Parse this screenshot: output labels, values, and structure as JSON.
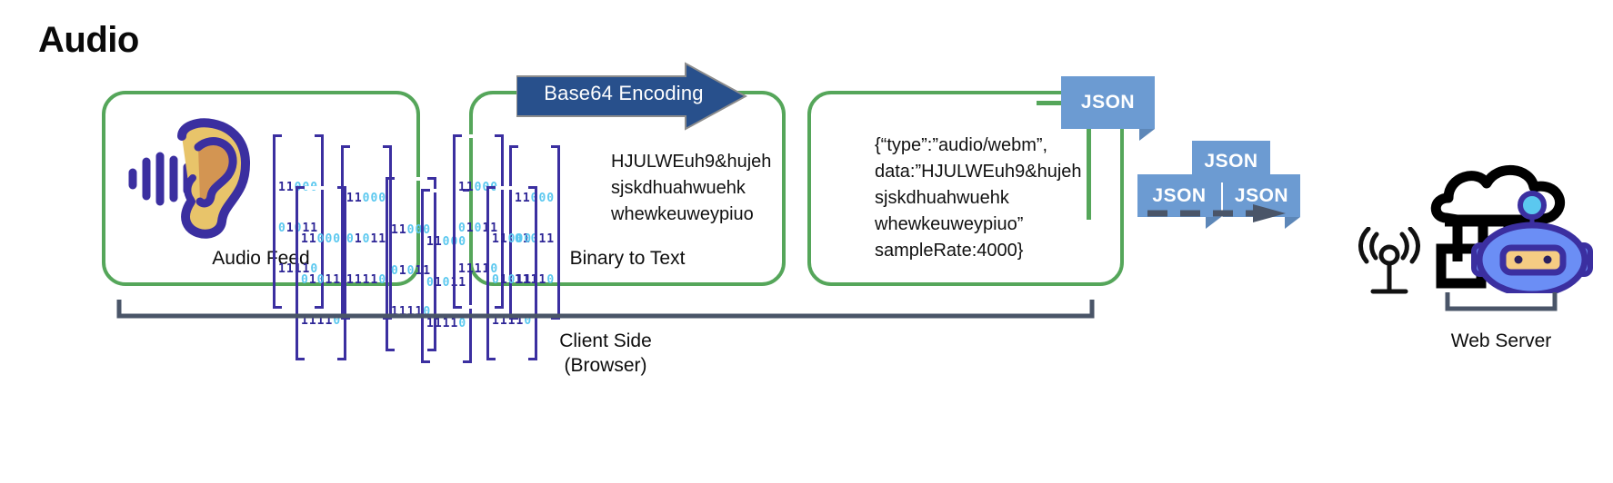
{
  "title": "Audio",
  "colors": {
    "panel_border_green": "#55a65a",
    "arrow_navy": "#28508c",
    "json_tag_blue": "#6c9bd2",
    "bracket_slate": "#4a5568",
    "binary_dark": "#2d2596",
    "binary_light": "#5bc8ef",
    "ear_skin": "#e8c46a",
    "ear_inner": "#d39552",
    "robot_head": "#6b8ef5",
    "robot_outline": "#3b2fa0",
    "robot_visor": "#f5cc83",
    "antenna_ball": "#5bc8ef"
  },
  "stages": [
    {
      "id": "audio",
      "label": "Audio Feed"
    },
    {
      "id": "binary",
      "label": "Binary to Text"
    },
    {
      "id": "json",
      "label": ""
    }
  ],
  "arrow": {
    "label": "Base64 Encoding"
  },
  "binary_block": {
    "rows": [
      "11000",
      "01011",
      "11110"
    ],
    "highlight_pattern": [
      [
        0,
        0,
        1,
        1,
        1
      ],
      [
        1,
        0,
        1,
        0,
        0
      ],
      [
        0,
        0,
        0,
        0,
        1
      ]
    ]
  },
  "encoded_text": "HJULWEuh9&hujeh\nsjskdhuahwuehk\nwhewkeuweypiuo",
  "json_payload": "{“type”:”audio/webm”,\ndata:”HJULWEuh9&hujeh\nsjskdhuahwuehk\nwhewkeuweypiuo”\nsampleRate:4000}",
  "json_tags": [
    {
      "id": "main",
      "label": "JSON"
    },
    {
      "id": "a",
      "label": "JSON"
    },
    {
      "id": "b",
      "label": "JSON"
    },
    {
      "id": "c",
      "label": "JSON"
    }
  ],
  "brackets": {
    "client_label": "Client Side\n(Browser)",
    "server_label": "Web Server"
  },
  "icons": {
    "ear": "ear-icon",
    "wifi": "wifi-antenna-icon",
    "server": "cloud-server-robot-icon",
    "dashed_arrow": "dashed-arrow-icon"
  }
}
